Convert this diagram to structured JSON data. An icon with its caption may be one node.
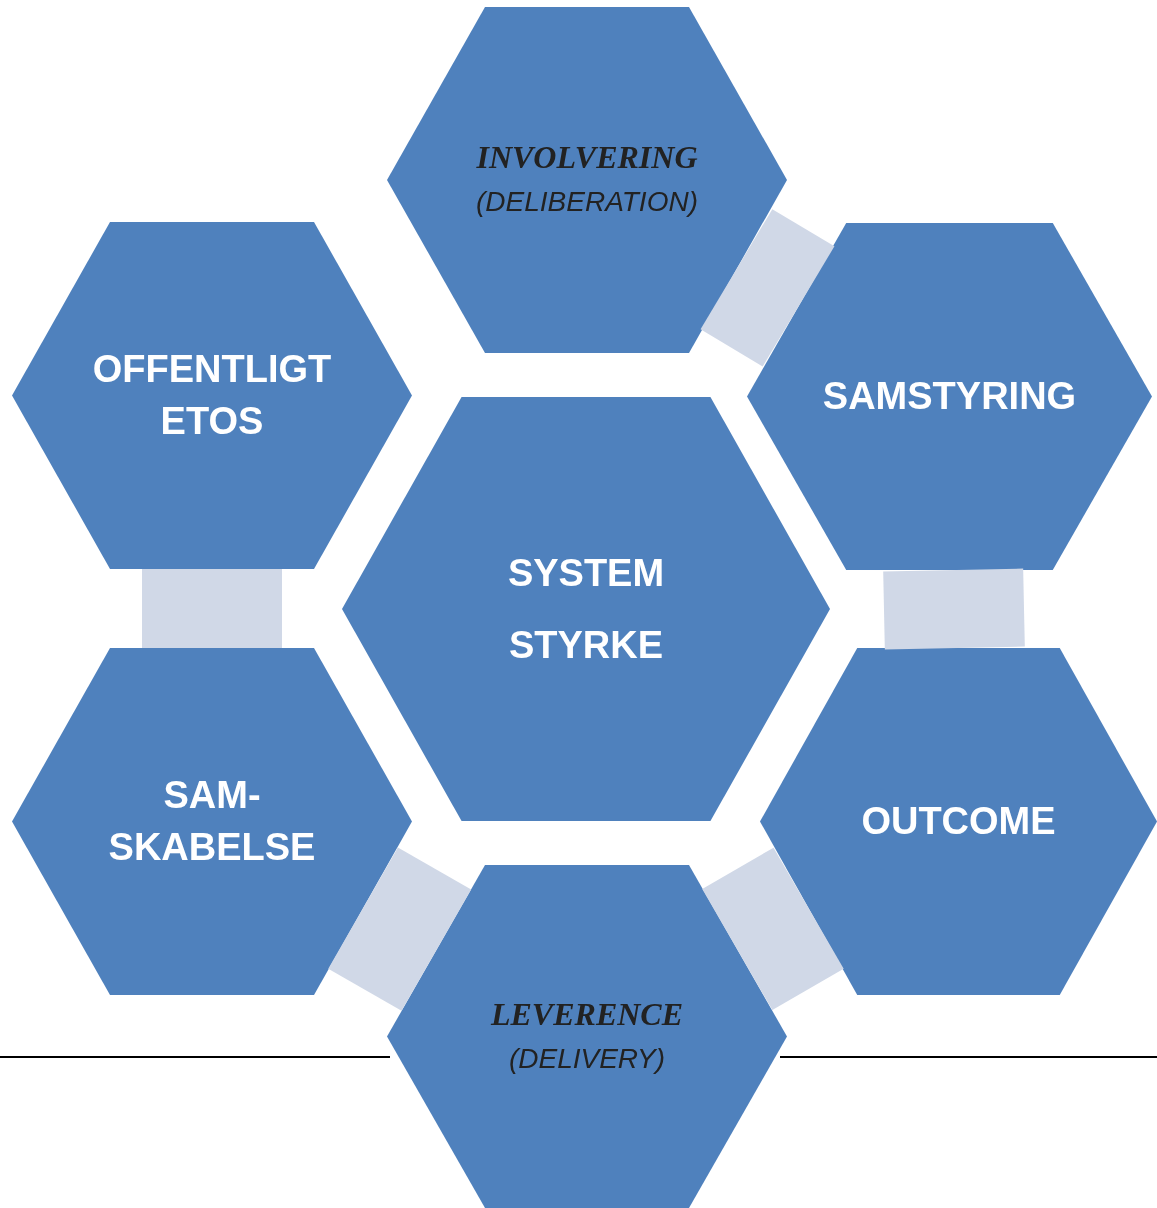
{
  "diagram": {
    "nodes": [
      {
        "text": [
          "INVOLVERING",
          "(DELIBERATION)"
        ]
      },
      {
        "text": [
          "OFFENTLIGT ETOS"
        ]
      },
      {
        "text": [
          "SAMSTYRING"
        ]
      },
      {
        "text": [
          "SYSTEM STYRKE"
        ]
      },
      {
        "text": [
          "SAM- SKABELSE"
        ]
      },
      {
        "text": [
          "OUTCOME"
        ]
      },
      {
        "text": [
          "LEVERENCE",
          "(DELIVERY)"
        ]
      }
    ],
    "edges": [
      {
        "from": 0,
        "to": 2,
        "arrow": "none"
      },
      {
        "from": 2,
        "to": 5,
        "arrow": "none"
      },
      {
        "from": 5,
        "to": 6,
        "arrow": "none"
      },
      {
        "from": 6,
        "to": 4,
        "arrow": "none"
      },
      {
        "from": 4,
        "to": 1,
        "arrow": "none"
      }
    ]
  }
}
